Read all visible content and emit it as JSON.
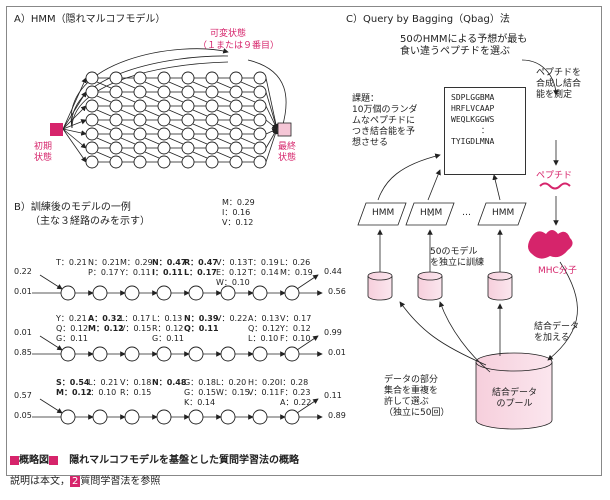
{
  "panelA": {
    "title": "A）HMM（隠れマルコフモデル）",
    "variable_state": "可変状態",
    "variable_state_note": "（１または９番目）",
    "initial_state": "初期\n状態",
    "final_state": "最終\n状態"
  },
  "panelB": {
    "title": "B）訓練後のモデルの一例",
    "subtitle": "（主な３経路のみを示す）",
    "top_dist": "M：0.29\nI：0.16\nV：0.12",
    "row1": {
      "start_prob": "0.22",
      "start_prob2": "0.01",
      "end_prob": "0.44",
      "end_prob2": "0.56",
      "cols": [
        "T：0.21",
        "N：0.21\nP：0.17",
        "M：0.29\nY：0.11",
        "N：0.47\nI：0.11",
        "R：0.47\nL：0.17",
        "V：0.13\nE：0.12\nW：0.10",
        "T：0.19\nT：0.14",
        "L：0.26\nM：0.19"
      ]
    },
    "row2": {
      "start_prob": "0.01",
      "start_prob2": "0.85",
      "end_prob": "0.99",
      "end_prob2": "0.01",
      "cols": [
        "Y：0.21\nQ：0.12\nG：0.11",
        "A：0.32\nM：0.12",
        "L：0.17\nV：0.15",
        "L：0.13\nR：0.12\nG：0.11",
        "N：0.39\nQ：0.11",
        "V：0.22",
        "A：0.13\nQ：0.12\nL：0.10",
        "V：0.17\nY：0.12\nF：0.10"
      ]
    },
    "row3": {
      "start_prob": "0.57",
      "start_prob2": "0.05",
      "end_prob": "0.11",
      "end_prob2": "0.89",
      "cols": [
        "S：0.54\nM：0.12",
        "L：0.21\nI：0.10",
        "V：0.18\nR：0.15",
        "N：0.48",
        "G：0.18\nG：0.15\nK：0.14",
        "L：0.20\nW：0.15",
        "H：0.20\nV：0.11",
        "I：0.28\nF：0.23\nA：0.22"
      ]
    }
  },
  "panelC": {
    "title": "C）Query by Bagging（Qbag）法",
    "top_note": "50のHMMによる予想が最も\n食い違うペプチドを選ぶ",
    "task": "課題：\n10万個のランダ\nムなペプチドに\nつき結合能を予\n想させる",
    "sequences": [
      "SDPLGGBMA",
      "HRFLVCAAP",
      "WEQLKGGWS",
      "：",
      "TYIGDLMNA"
    ],
    "synth": "ペプチドを\n合成し結合\n能を測定",
    "peptide": "ペプチド",
    "mhc": "MHC分子",
    "hmm": "HMM",
    "ellipsis": "…",
    "fifty_models": "50のモデル\nを独立に訓練",
    "add_data": "結合データ\nを加える",
    "pool": "結合データ\nのプール",
    "resample": "データの部分\n集合を重複を\n許して選ぶ\n（独立に50回）"
  },
  "caption": {
    "label": "概略図",
    "text": "隠れマルコフモデルを基盤とした質問学習法の概略",
    "footer_pre": "説明は本文，",
    "footer_num": "2",
    "footer_post": "質問学習法を参照"
  },
  "colors": {
    "accent": "#d6246b",
    "initial_state": "#d6246b",
    "final_state": "#f5c6d6"
  }
}
